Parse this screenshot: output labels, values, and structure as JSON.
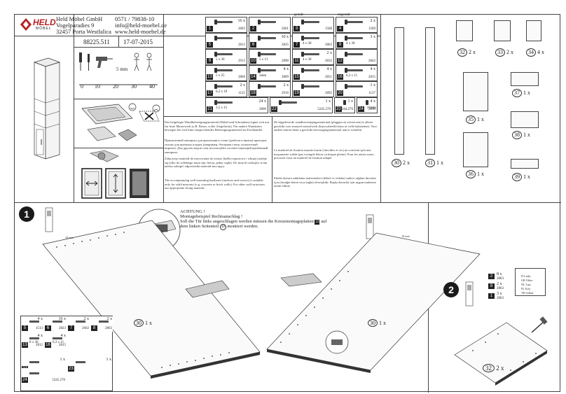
{
  "company": {
    "logo_text": "HELD",
    "logo_sub": "MÖBEL",
    "name": "Held Möbel GmbH",
    "street": "Vogelparadies 9",
    "city": "32457 Porta Westfalica",
    "phone": "0571 / 79838-10",
    "email": "info@held-moebel.de",
    "web": "www.held-moebel.de"
  },
  "article": {
    "number": "88225.511",
    "date": "17-07-2015"
  },
  "tools": {
    "drill_label": "5 mm",
    "ruler_ticks": [
      "0",
      "10",
      "20",
      "30",
      "40"
    ]
  },
  "fittings": [
    {
      "badge": "1",
      "qty": "16 x",
      "code": "2603"
    },
    {
      "badge": "2",
      "qty": "",
      "code": "2601"
    },
    {
      "badge": "3",
      "qty": "",
      "code": "1508",
      "head": "gerade"
    },
    {
      "badge": "4",
      "qty": "2 x",
      "code": "1509",
      "head": "ungerade"
    },
    {
      "badge": "5",
      "qty": "",
      "code": "2813"
    },
    {
      "badge": "6",
      "qty": "10 x",
      "code": "2825"
    },
    {
      "badge": "7",
      "qty": "",
      "code": "2863",
      "size": "4 x 30"
    },
    {
      "badge": "8",
      "qty": "3 x",
      "code": "",
      "size": "4 x 30"
    },
    {
      "badge": "9",
      "qty": "",
      "code": "2913",
      "size": "5 x 30"
    },
    {
      "badge": "10",
      "qty": "",
      "code": "2890",
      "size": "5 x 13"
    },
    {
      "badge": "11",
      "qty": "2 x",
      "code": "2832",
      "size": "4 x 30"
    },
    {
      "badge": "12",
      "qty": "",
      "code": "2843"
    },
    {
      "badge": "13",
      "qty": "",
      "code": "2866",
      "size": "5 x 25"
    },
    {
      "badge": "14",
      "qty": "4 x",
      "code": "2809",
      "size": "5mm"
    },
    {
      "badge": "15",
      "qty": "4 x",
      "code": "2851"
    },
    {
      "badge": "16",
      "qty": "4 x",
      "code": "2815",
      "size": "6,3 x 11"
    },
    {
      "badge": "17",
      "qty": "2 x",
      "code": "1125",
      "size": "6,3 x 10"
    },
    {
      "badge": "18",
      "qty": "2 x",
      "code": "2916"
    },
    {
      "badge": "19",
      "qty": "",
      "code": "2892"
    },
    {
      "badge": "20",
      "qty": "1 x",
      "code": "1127"
    },
    {
      "badge": "21",
      "qty": "24 x",
      "code": "2806",
      "size": "3,5 x 15"
    },
    {
      "badge": "22",
      "qty": "1 x",
      "code": "5245.270"
    },
    {
      "badge": "23",
      "qty": "1 x",
      "code": "5244.270"
    },
    {
      "badge": "24",
      "qty": "4 x",
      "code": "2890",
      "size": "35mm"
    }
  ],
  "wall_note": {
    "de": "Das beigelegte Wandbefestigungsmaterial (Dübel und Schrauben) eignet sich nur für feste Mauerwerk (z.B. Beton, voller Ziegelstein). Für andere Wandarten besorgen Sie sich bitte entsprechendes Befestigungsmaterial im Fachhandel.",
    "ru": "Прилагаемый материал для крепления к стене (дюбели и винты) пригоден только для прочных кладок (например, бетонная стена, полнотелый кирпич). Для других видов стен используйте соответствующий крепёжный материал.",
    "pl": "Załączony materiał do mocowania do ściany (kołki rozporowe i wkręty) nadaje się tylko do solidnego muru (np. beton, pełna cegła). Do innych rodzajów ścian należy zakupić odpowiedni materiał mocujący.",
    "en": "The accompanying wall mounting hardware (anchors and screws) is suitable only for solid masonry (e.g. concrete or brick walls). For other wall structures use appropriate fixing material.",
    "nl": "De bijgeleverde wandbevestigingsmateriaal (pluggen en schroeven) is alleen geschikt voor massief metselwerk (bijvoorbeeld beton of volle bakstenen). Voor andere muren dient u geschikt bevestigingsmateriaal aan te schaffen.",
    "fr": "Le matériel de fixation murale fourni (chevilles et vis) ne convient qu'à une maçonnerie solide (par exemple béton ou brique pleine). Pour les autres murs, procurez-vous un matériel de fixation adapté.",
    "tr": "Ekteki duvara sabitleme malzemeleri (dübel ve vidalar) sadece sağlam duvarlar için (örneğin beton veya tuğla) elverişlidir. Başka duvarlar için uygun malzeme temin ediniz."
  },
  "parts": [
    {
      "num": "30",
      "qty": "2 x"
    },
    {
      "num": "31",
      "qty": "1 x"
    },
    {
      "num": "32",
      "qty": "2 x"
    },
    {
      "num": "33",
      "qty": "2 x"
    },
    {
      "num": "34",
      "qty": "4 x"
    },
    {
      "num": "35",
      "qty": "1 x"
    },
    {
      "num": "36",
      "qty": "1 x"
    },
    {
      "num": "37",
      "qty": "1 x"
    },
    {
      "num": "38",
      "qty": "1 x"
    },
    {
      "num": "39",
      "qty": "1 x"
    }
  ],
  "step1": {
    "number": "1",
    "warning_title": "ACHTUNG !",
    "warning_line1": "Montagebeispiel Rechtsanschlag !",
    "warning_line2": "Soll die Tür links angeschlagen werden müssen die Kreuzmontageplatten",
    "warning_badge": "22",
    "warning_line2b": "auf",
    "warning_line3": "dem linken Seitenteil",
    "warning_line3_badge": "30",
    "warning_line3b": "montiert werden.",
    "part_label": "30",
    "part_qty": "1 x",
    "part_label_right": "30",
    "part_qty_right": "1 x",
    "dim_left": "19 mm",
    "dim_right": "19 mm",
    "fittings": [
      {
        "badge": "5",
        "qty": "4 x",
        "code": "1513"
      },
      {
        "badge": "6",
        "qty": "16 x",
        "code": "2823"
      },
      {
        "badge": "7",
        "qty": "2 x",
        "code": "2602"
      },
      {
        "badge": "8",
        "qty": "2 x",
        "code": "2863"
      },
      {
        "badge": "13",
        "qty": "4 x",
        "code": "2812",
        "size": "8 x 30"
      },
      {
        "badge": "16",
        "qty": "4 x",
        "code": "2815",
        "size": "6,3 x 11"
      },
      {
        "badge": "22",
        "qty": "1 x",
        "code": ""
      },
      {
        "badge": "23",
        "qty": "1 x",
        "code": ""
      },
      {
        "badge": "24",
        "qty": "",
        "code": "5245.270"
      }
    ]
  },
  "step2": {
    "number": "2",
    "part_label": "32",
    "part_qty": "2 x",
    "fittings": [
      {
        "badge": "2",
        "qty": "8 x",
        "code": "2863",
        "size": "4 x 30"
      },
      {
        "badge": "8",
        "qty": "2 x",
        "code": "2863"
      },
      {
        "badge": "1",
        "qty": "3 x",
        "code": "2863"
      }
    ],
    "legend": [
      "D   Links",
      "GB  Other",
      "NL  Lips",
      "PL  Kiej",
      "TR  Solkul"
    ]
  }
}
